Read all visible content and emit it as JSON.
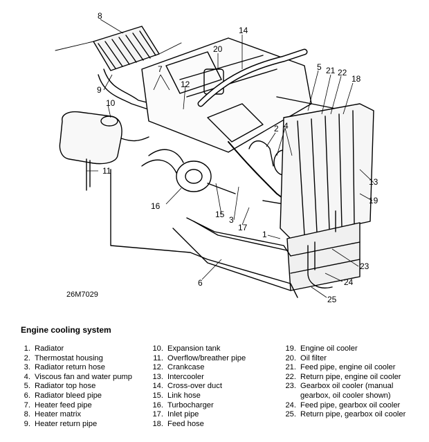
{
  "figure_ref": "26M7029",
  "caption": "Engine cooling system",
  "callouts": [
    "1",
    "2",
    "3",
    "4",
    "5",
    "6",
    "7",
    "8",
    "9",
    "10",
    "11",
    "12",
    "13",
    "14",
    "15",
    "16",
    "17",
    "18",
    "19",
    "20",
    "21",
    "22",
    "23",
    "24",
    "25"
  ],
  "legend": [
    {
      "num": "1.",
      "text": "Radiator"
    },
    {
      "num": "2.",
      "text": "Thermostat housing"
    },
    {
      "num": "3.",
      "text": "Radiator return hose"
    },
    {
      "num": "4.",
      "text": "Viscous fan and water pump"
    },
    {
      "num": "5.",
      "text": "Radiator top hose"
    },
    {
      "num": "6.",
      "text": "Radiator bleed pipe"
    },
    {
      "num": "7.",
      "text": "Heater feed pipe"
    },
    {
      "num": "8.",
      "text": "Heater matrix"
    },
    {
      "num": "9.",
      "text": "Heater return pipe"
    },
    {
      "num": "10.",
      "text": "Expansion tank"
    },
    {
      "num": "11.",
      "text": "Overflow/breather pipe"
    },
    {
      "num": "12.",
      "text": "Crankcase"
    },
    {
      "num": "13.",
      "text": "Intercooler"
    },
    {
      "num": "14.",
      "text": "Cross-over duct"
    },
    {
      "num": "15.",
      "text": "Link hose"
    },
    {
      "num": "16.",
      "text": "Turbocharger"
    },
    {
      "num": "17.",
      "text": "Inlet pipe"
    },
    {
      "num": "18.",
      "text": "Feed hose"
    },
    {
      "num": "19.",
      "text": "Engine oil cooler"
    },
    {
      "num": "20.",
      "text": "Oil filter"
    },
    {
      "num": "21.",
      "text": "Feed pipe, engine oil cooler"
    },
    {
      "num": "22.",
      "text": "Return pipe, engine oil cooler"
    },
    {
      "num": "23.",
      "text": "Gearbox oil cooler (manual gearbox, oil cooler shown)"
    },
    {
      "num": "24.",
      "text": "Feed pipe, gearbox oil cooler"
    },
    {
      "num": "25.",
      "text": "Return pipe, gearbox oil cooler"
    }
  ]
}
